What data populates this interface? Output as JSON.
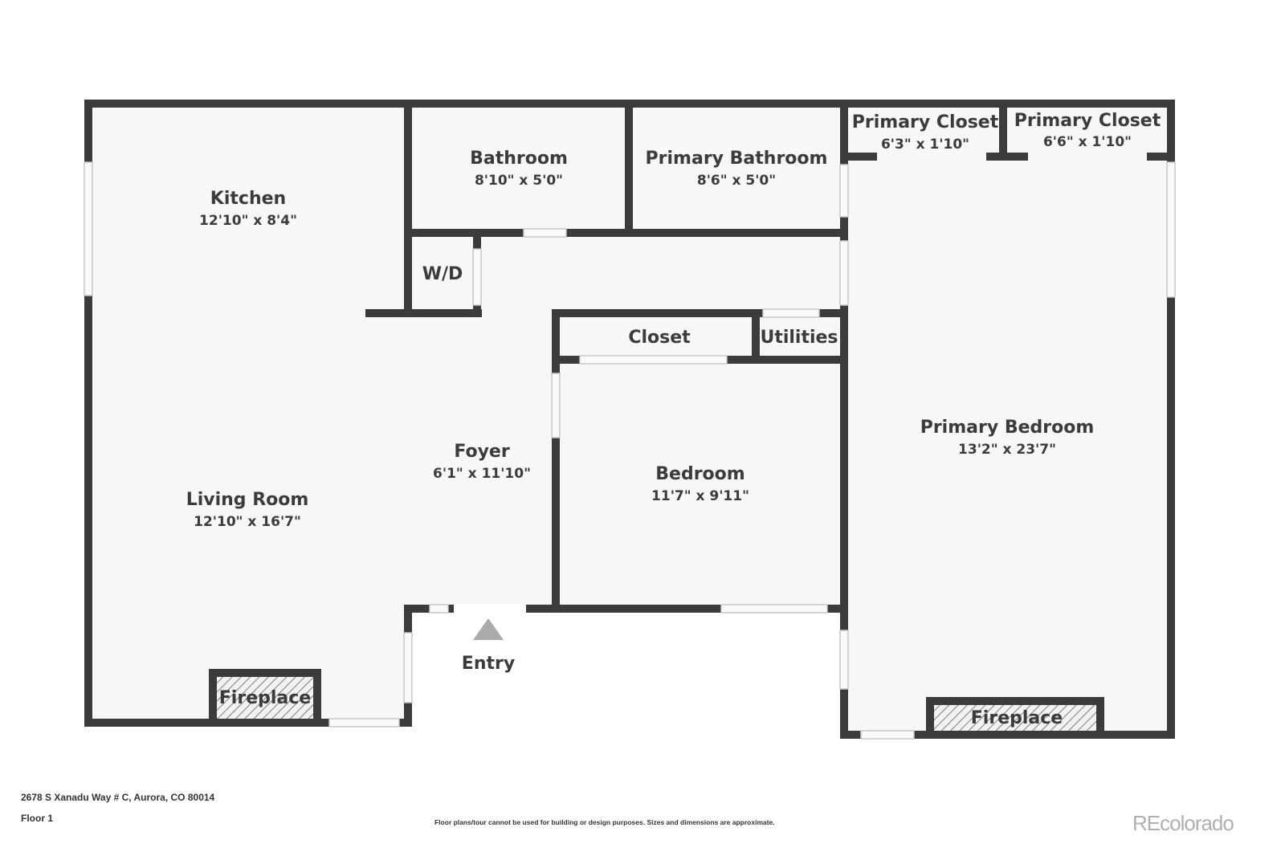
{
  "rooms": {
    "kitchen": {
      "name": "Kitchen",
      "dims": "12'10\" x 8'4\""
    },
    "bathroom": {
      "name": "Bathroom",
      "dims": "8'10\" x 5'0\""
    },
    "primary_bathroom": {
      "name": "Primary Bathroom",
      "dims": "8'6\" x 5'0\""
    },
    "primary_closet_1": {
      "name": "Primary Closet",
      "dims": "6'3\" x 1'10\""
    },
    "primary_closet_2": {
      "name": "Primary Closet",
      "dims": "6'6\" x 1'10\""
    },
    "wd": {
      "name": "W/D"
    },
    "closet": {
      "name": "Closet"
    },
    "utilities": {
      "name": "Utilities"
    },
    "foyer": {
      "name": "Foyer",
      "dims": "6'1\" x 11'10\""
    },
    "living_room": {
      "name": "Living Room",
      "dims": "12'10\" x 16'7\""
    },
    "bedroom": {
      "name": "Bedroom",
      "dims": "11'7\" x 9'11\""
    },
    "primary_bedroom": {
      "name": "Primary Bedroom",
      "dims": "13'2\" x 23'7\""
    },
    "fireplace_left": {
      "name": "Fireplace"
    },
    "fireplace_right": {
      "name": "Fireplace"
    },
    "entry": {
      "name": "Entry"
    }
  },
  "footer": {
    "address": "2678 S Xanadu Way # C, Aurora, CO 80014",
    "floor": "Floor 1",
    "disclaimer": "Floor plans/tour cannot be used for building or design purposes. Sizes and dimensions are approximate.",
    "brand": "REcolorado"
  },
  "colors": {
    "wall": "#3b3b3b",
    "floor": "#f7f7f7"
  }
}
